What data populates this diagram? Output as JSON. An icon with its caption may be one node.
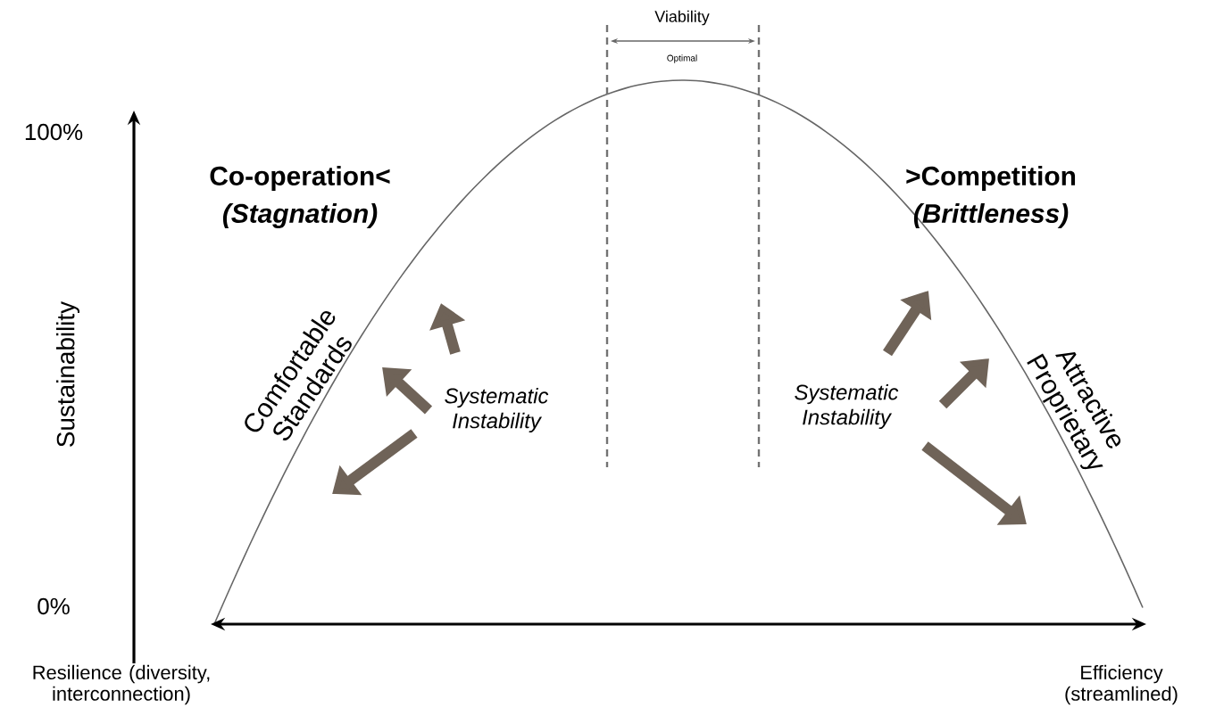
{
  "diagram": {
    "labels": [
      "Viability",
      "Optimal",
      "100%",
      "Co-operation<",
      "(Stagnation)",
      ">Competition",
      "(Brittleness)",
      "Sustainability",
      "Comfortable Standards",
      "Systematic Instability",
      "Systematic Instability",
      "Attractive Proprietary",
      "0%",
      "Resilience (diversity, interconnection)",
      "Efficiency (streamlined)"
    ]
  }
}
